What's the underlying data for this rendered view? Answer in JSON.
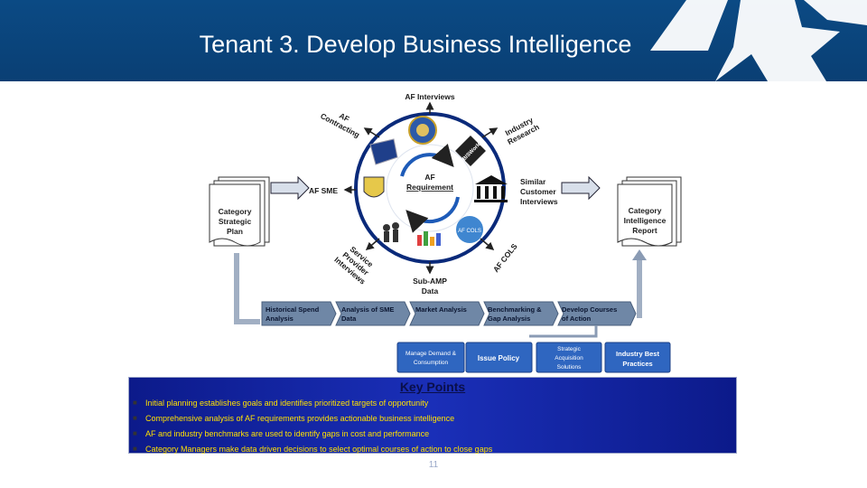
{
  "title": "Tenant 3. Develop Business Intelligence",
  "diagram": {
    "center": [
      "AF",
      "Requirement"
    ],
    "top": "AF Interviews",
    "contracting": [
      "AF",
      "Contracting"
    ],
    "research": [
      "Industry",
      "Research"
    ],
    "sme": "AF SME",
    "similar": [
      "Similar",
      "Customer",
      "Interviews"
    ],
    "service": [
      "Service",
      "Provider",
      "Interviews"
    ],
    "cols": "AF COLS",
    "subamp": [
      "Sub-AMP",
      "Data"
    ],
    "ibis_logo": "IBISWorld",
    "cols_logo": "AF COLS",
    "left_doc": [
      "Category",
      "Strategic",
      "Plan"
    ],
    "right_doc": [
      "Category",
      "Intelligence",
      "Report"
    ],
    "steps": [
      [
        "Historical Spend",
        "Analysis"
      ],
      [
        "Analysis of SME",
        "Data"
      ],
      [
        "Market Analysis"
      ],
      [
        "Benchmarking &",
        "Gap Analysis"
      ],
      [
        "Develop Courses",
        "of Action"
      ]
    ],
    "outcomes": [
      [
        "Manage Demand &",
        "Consumption"
      ],
      [
        "Issue Policy"
      ],
      [
        "Strategic",
        "Acquisition",
        "Solutions"
      ],
      [
        "Industry Best",
        "Practices"
      ]
    ]
  },
  "key_points": {
    "title": "Key Points",
    "items": [
      "Initial planning establishes goals and identifies prioritized targets of opportunity",
      "Comprehensive analysis of AF requirements provides actionable business intelligence",
      "AF and industry benchmarks are used to identify gaps in cost and performance",
      "Category Managers make data driven decisions to select optimal courses of action to close gaps"
    ]
  },
  "page_number": "11",
  "colors": {
    "header": "#0b4a84",
    "step_fill": "#6f87a6",
    "outcome_fill": "#2f66c0",
    "keypoint_text": "#ffe100",
    "keypoint_bg": "#1a2fb8"
  }
}
